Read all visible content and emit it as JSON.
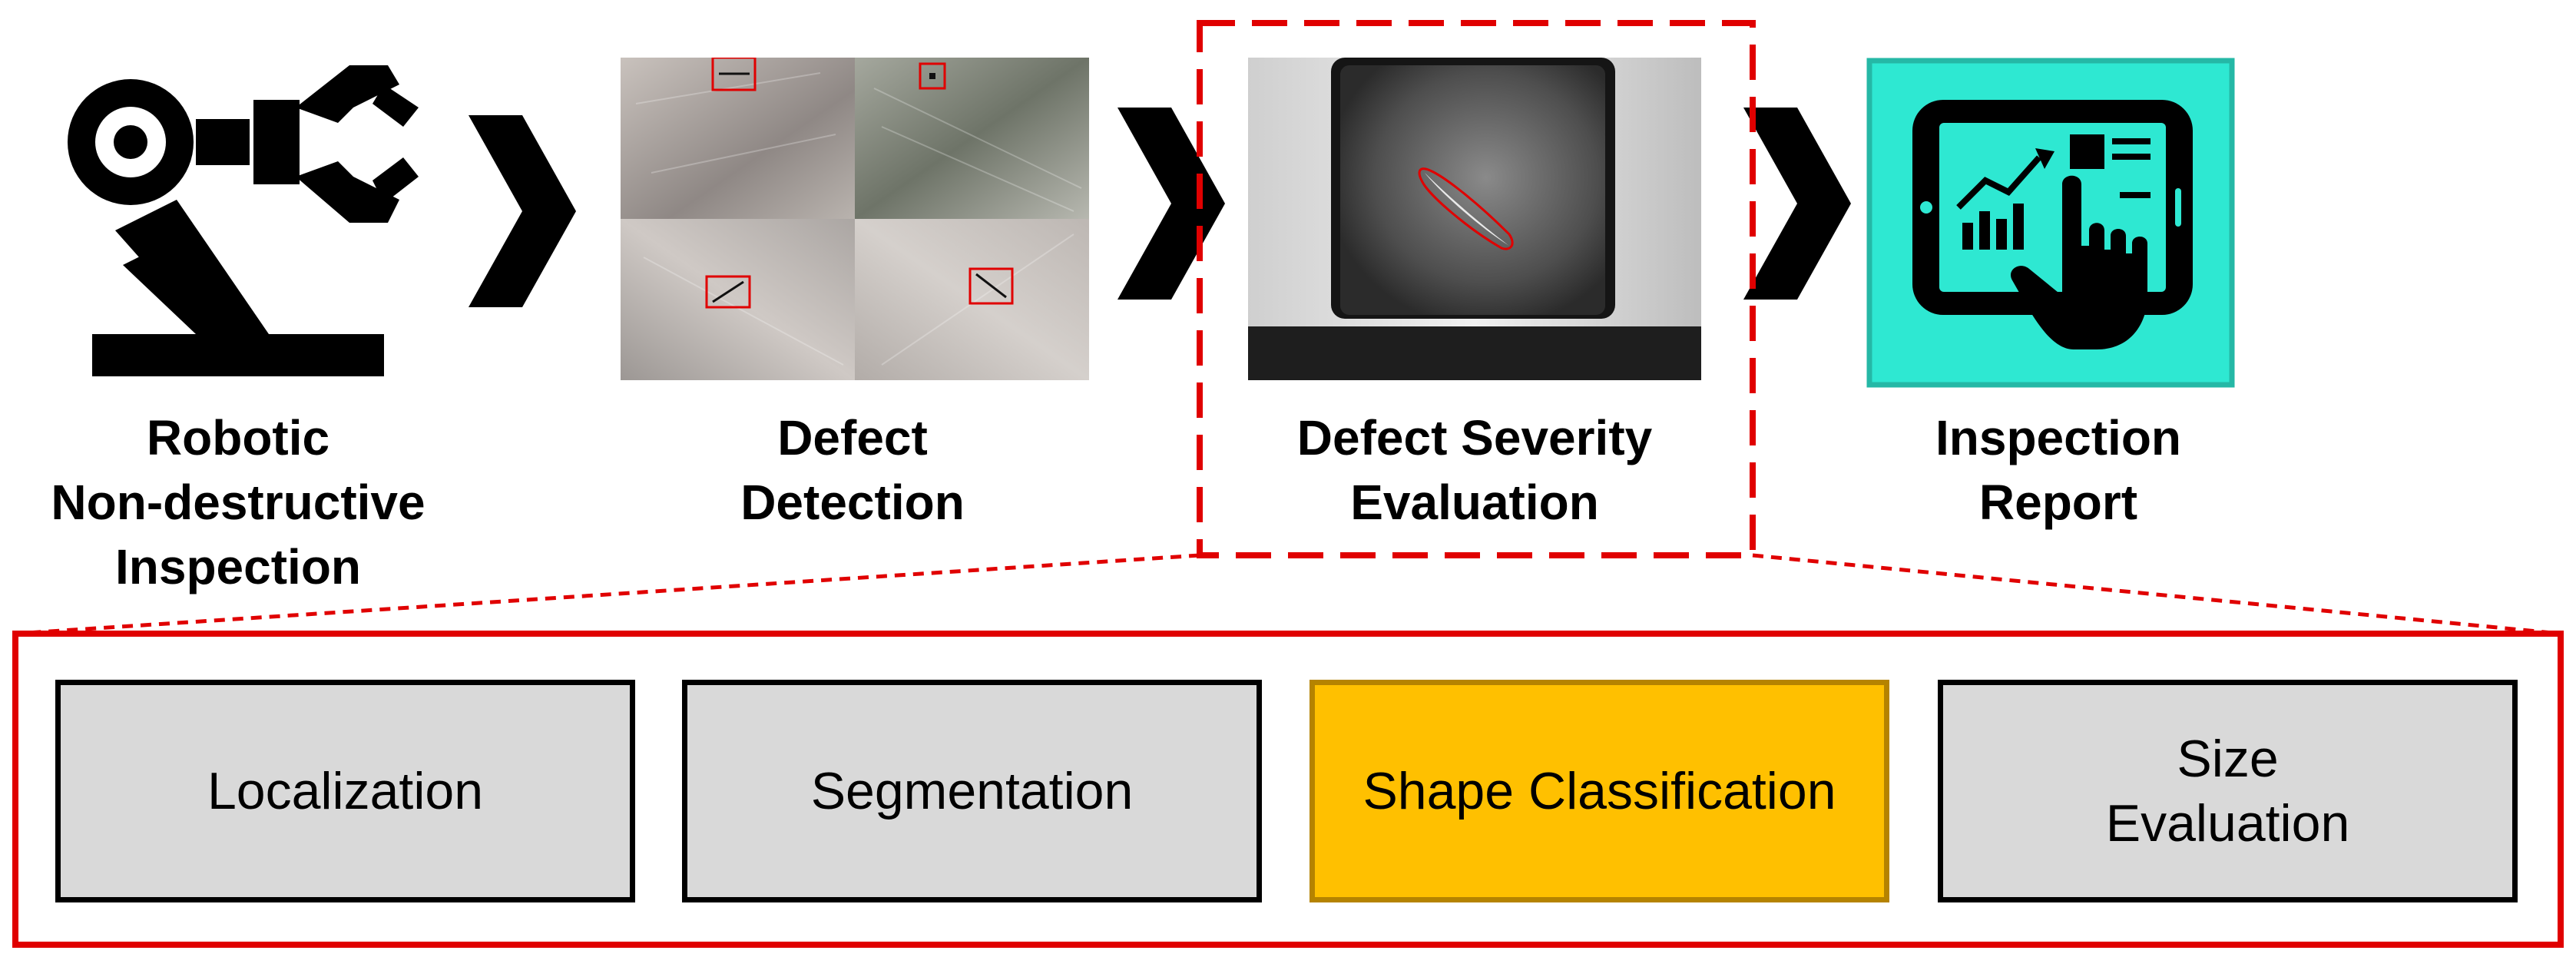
{
  "stages": [
    {
      "id": "robotic",
      "label": "Robotic\nNon-destructive\nInspection",
      "icon": "robot-arm-icon"
    },
    {
      "id": "detection",
      "label": "Defect\nDetection",
      "icon": "defect-detection-image"
    },
    {
      "id": "severity",
      "label": "Defect Severity\nEvaluation",
      "icon": "defect-severity-image"
    },
    {
      "id": "report",
      "label": "Inspection\nReport",
      "icon": "tablet-report-icon"
    }
  ],
  "sub_steps": [
    {
      "label": "Localization",
      "highlight": false
    },
    {
      "label": "Segmentation",
      "highlight": false
    },
    {
      "label": "Shape Classification",
      "highlight": true
    },
    {
      "label": "Size\nEvaluation",
      "highlight": false
    }
  ],
  "colors": {
    "highlight_red": "#e00000",
    "report_teal": "#2ee8d2",
    "highlight_box": "#ffc000",
    "step_gray": "#d9d9d9"
  }
}
